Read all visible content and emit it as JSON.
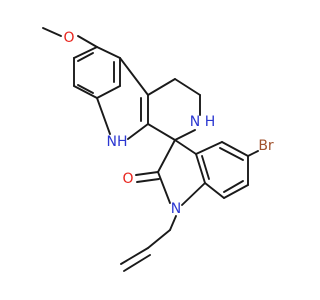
{
  "molecule": {
    "atoms": {
      "methoxy_o": {
        "text": "O",
        "color": "#e8231c"
      },
      "indole_nh": {
        "text": "NH",
        "color": "#2b37d1"
      },
      "amine_n": {
        "text": "N",
        "color": "#2b37d1"
      },
      "amine_h": {
        "text": "H",
        "color": "#2b37d1"
      },
      "carbonyl_o": {
        "text": "O",
        "color": "#e8231c"
      },
      "oxindole_n": {
        "text": "N",
        "color": "#2b37d1"
      },
      "bromine": {
        "text": "Br",
        "color": "#a0522d"
      }
    },
    "bond_color": "#1a1a1a",
    "background": "#ffffff"
  }
}
